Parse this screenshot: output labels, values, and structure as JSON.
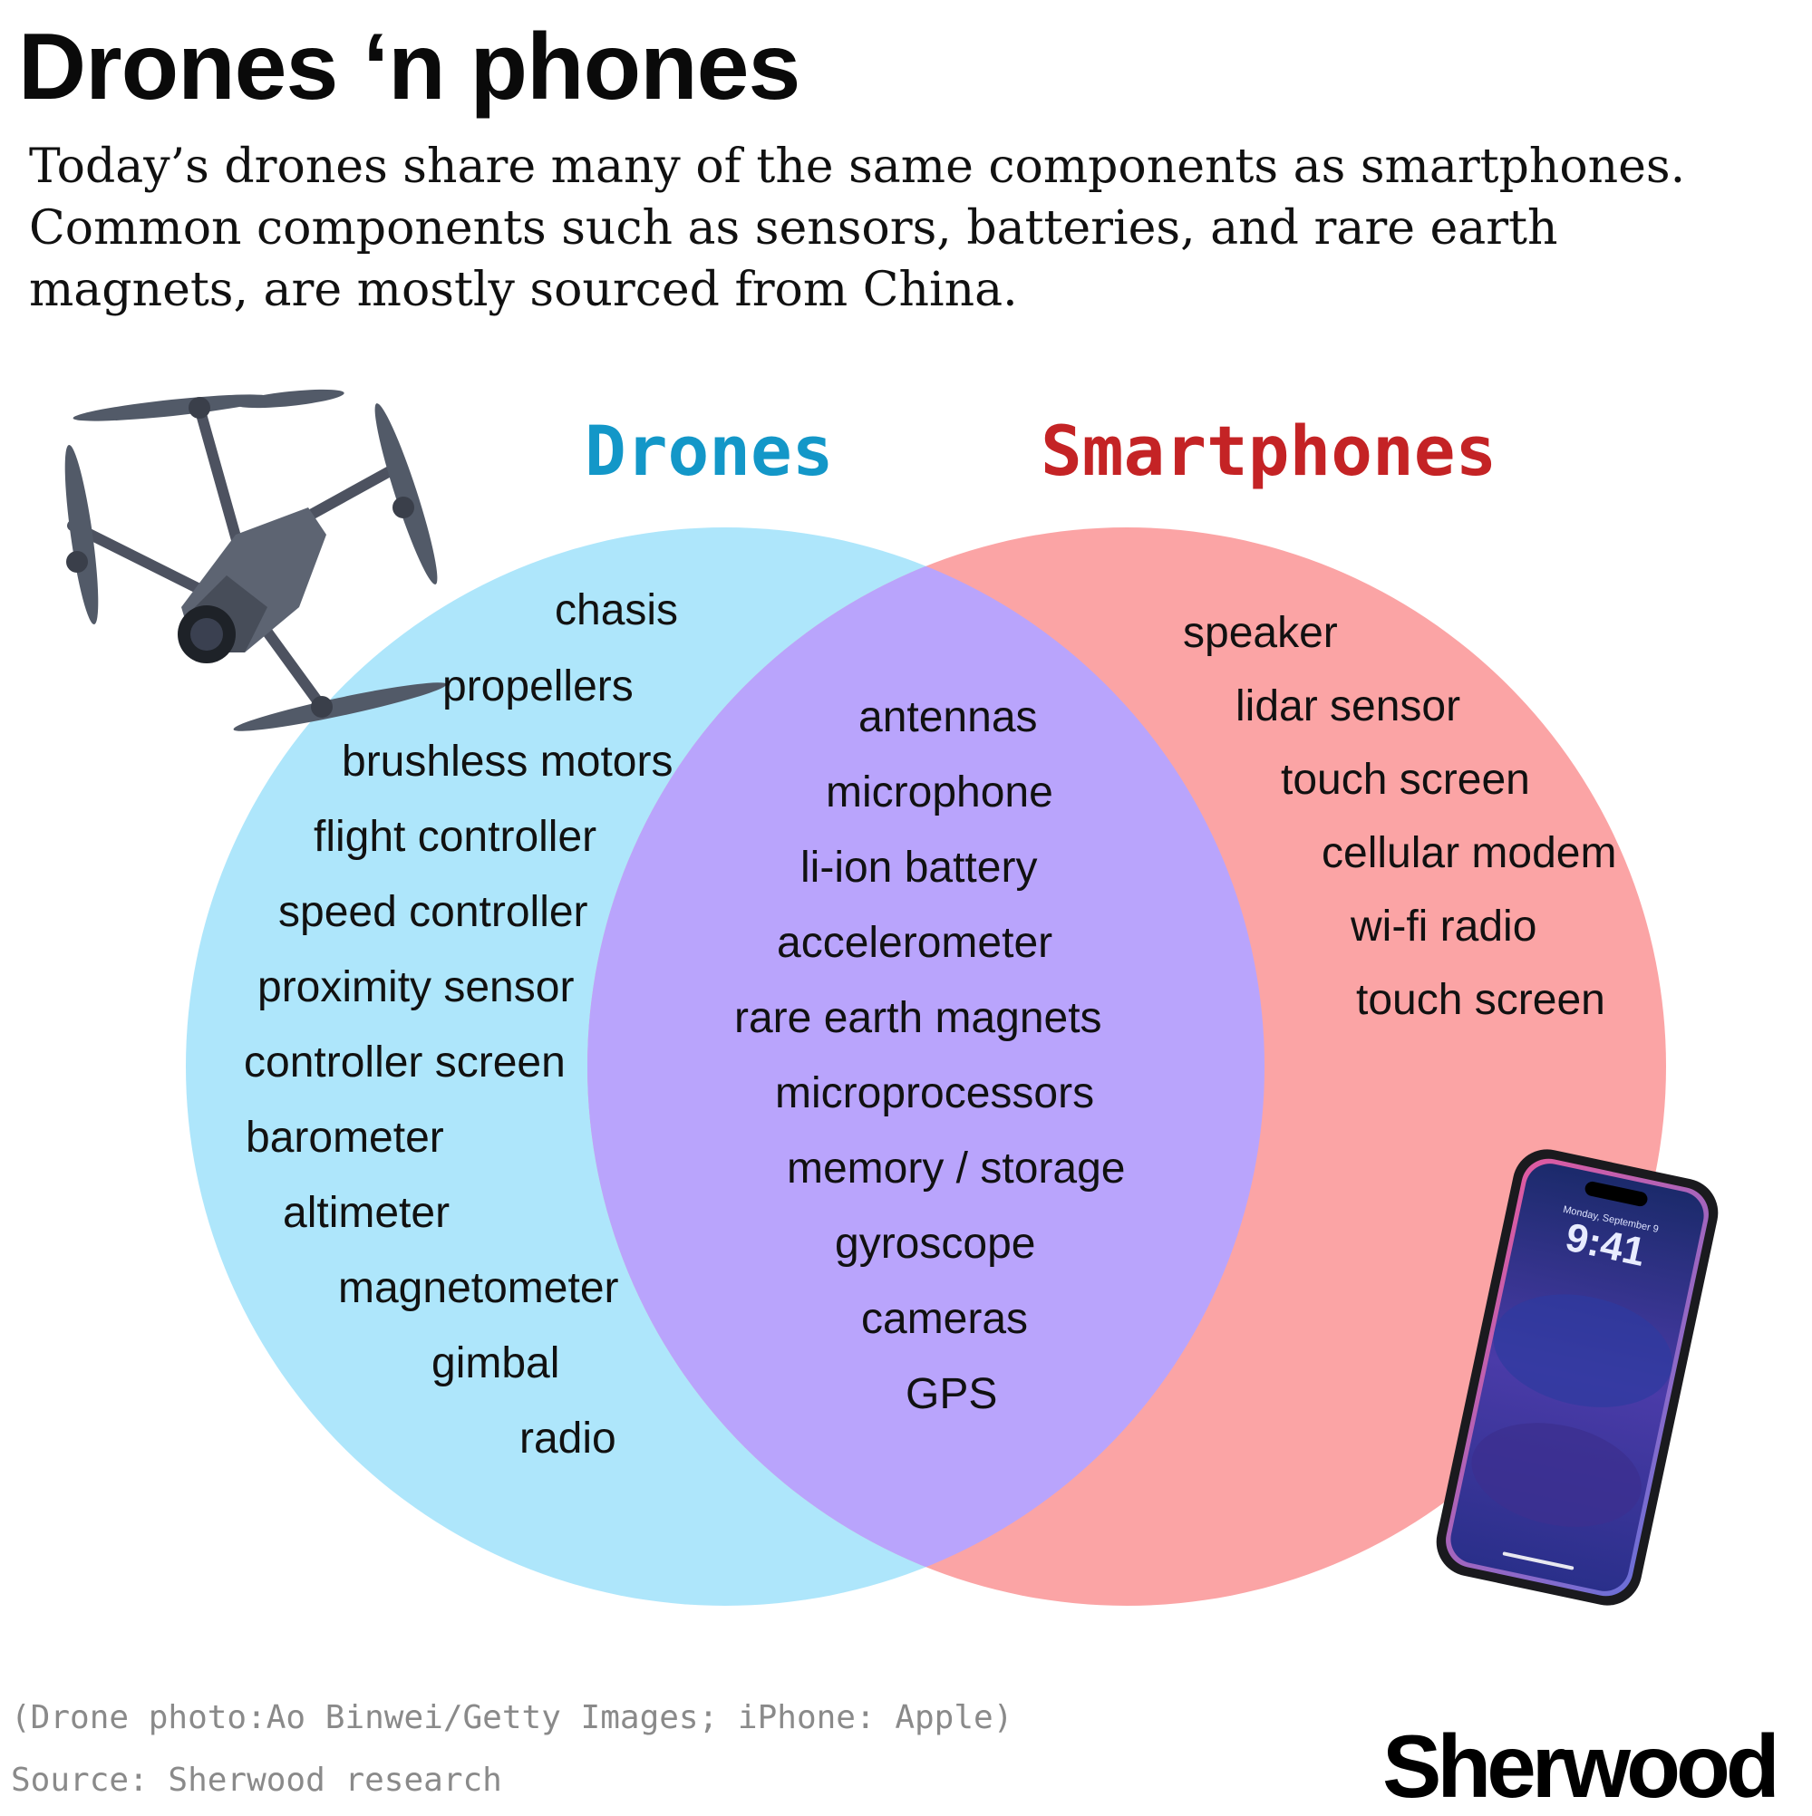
{
  "title": "Drones ‘n phones",
  "subtitle": "Today’s drones share many of the same components as smartphones. Common components such as sensors, batteries, and rare earth magnets, are mostly sourced from China.",
  "sets": {
    "drones": {
      "label": "Drones",
      "color": "#1397c8",
      "fill": "#aee6fb"
    },
    "smartphones": {
      "label": "Smartphones",
      "color": "#c42325",
      "fill": "#fba4a5"
    },
    "overlap_fill": "#b9a4fc"
  },
  "drones_only": [
    "chasis",
    "propellers",
    "brushless motors",
    "flight controller",
    "speed controller",
    "proximity sensor",
    "controller screen",
    "barometer",
    "altimeter",
    "magnetometer",
    "gimbal",
    "radio"
  ],
  "shared": [
    "antennas",
    "microphone",
    "li-ion battery",
    "accelerometer",
    "rare earth magnets",
    "microprocessors",
    "memory / storage",
    "gyroscope",
    "cameras",
    "GPS"
  ],
  "smartphones_only": [
    "speaker",
    "lidar sensor",
    "touch screen",
    "cellular modem",
    "wi-fi radio",
    "touch screen"
  ],
  "phone_screen": {
    "date": "Monday, September 9",
    "time": "9:41"
  },
  "credits": {
    "photo": "(Drone photo:Ao Binwei/Getty Images; iPhone: Apple)",
    "source": "Source: Sherwood research"
  },
  "brand": "Sherwood"
}
